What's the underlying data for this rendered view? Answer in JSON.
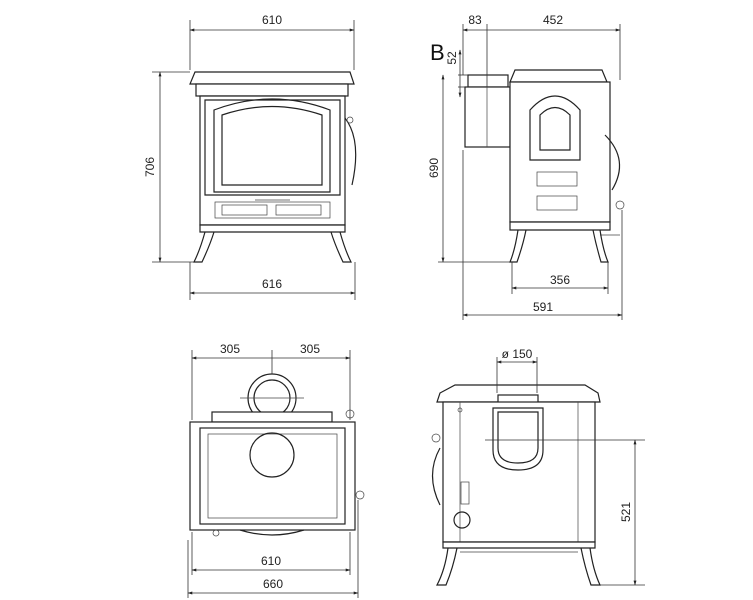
{
  "views": {
    "front": {
      "width_top": "610",
      "height": "706",
      "width_bottom": "616"
    },
    "side": {
      "label": "B",
      "flue_offset": "83",
      "depth_top": "452",
      "flue_height": "52",
      "height": "690",
      "leg_depth": "356",
      "depth_total": "591"
    },
    "top": {
      "half_left": "305",
      "half_right": "305",
      "width": "610",
      "width_total": "660"
    },
    "back": {
      "flue_diameter": "ø 150",
      "flue_height": "521"
    }
  }
}
